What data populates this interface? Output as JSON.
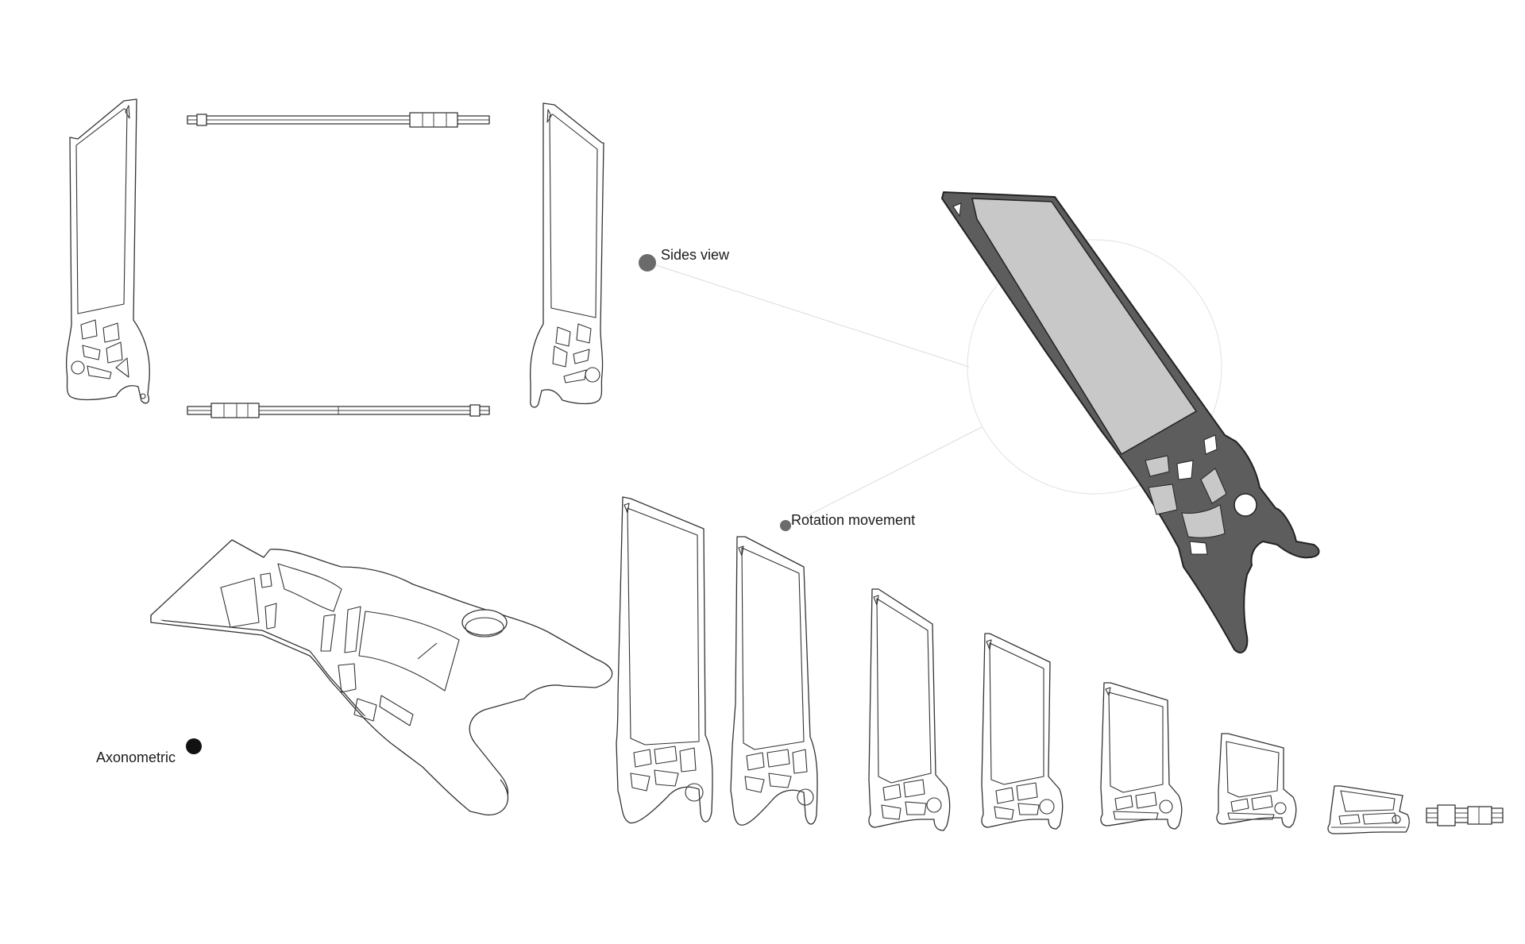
{
  "labels": {
    "sides_view": "Sides view",
    "rotation_movement": "Rotation movement",
    "axonometric": "Axonometric"
  },
  "colors": {
    "line": "#333333",
    "bullet_grey": "#6b6b6b",
    "bullet_black": "#111111",
    "frame_dark": "#5d5d5d",
    "glass_grey": "#c8c8c8",
    "guide_line": "#dcdcdc"
  },
  "rotation_sequence": {
    "step_count": 8
  }
}
